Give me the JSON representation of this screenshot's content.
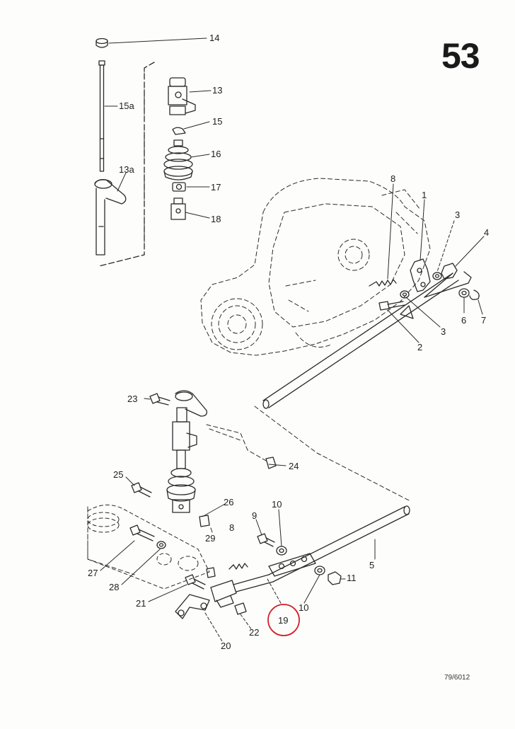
{
  "page_number": "53",
  "drawing_code": "79/6012",
  "part_labels": {
    "p14": "14",
    "p15a": "15a",
    "p13": "13",
    "p15": "15",
    "p16": "16",
    "p13a": "13a",
    "p17": "17",
    "p18": "18",
    "p8_top": "8",
    "p1": "1",
    "p3_top": "3",
    "p4": "4",
    "p6": "6",
    "p7": "7",
    "p3_low": "3",
    "p2": "2",
    "p23": "23",
    "p24": "24",
    "p25": "25",
    "p26": "26",
    "p10_top": "10",
    "p9": "9",
    "p8_low": "8",
    "p29": "29",
    "p5": "5",
    "p11": "11",
    "p27": "27",
    "p28": "28",
    "p21": "21",
    "p10_low": "10",
    "p19": "19",
    "p22": "22",
    "p20": "20"
  },
  "highlight": {
    "label": "19",
    "color": "#d0202a"
  }
}
